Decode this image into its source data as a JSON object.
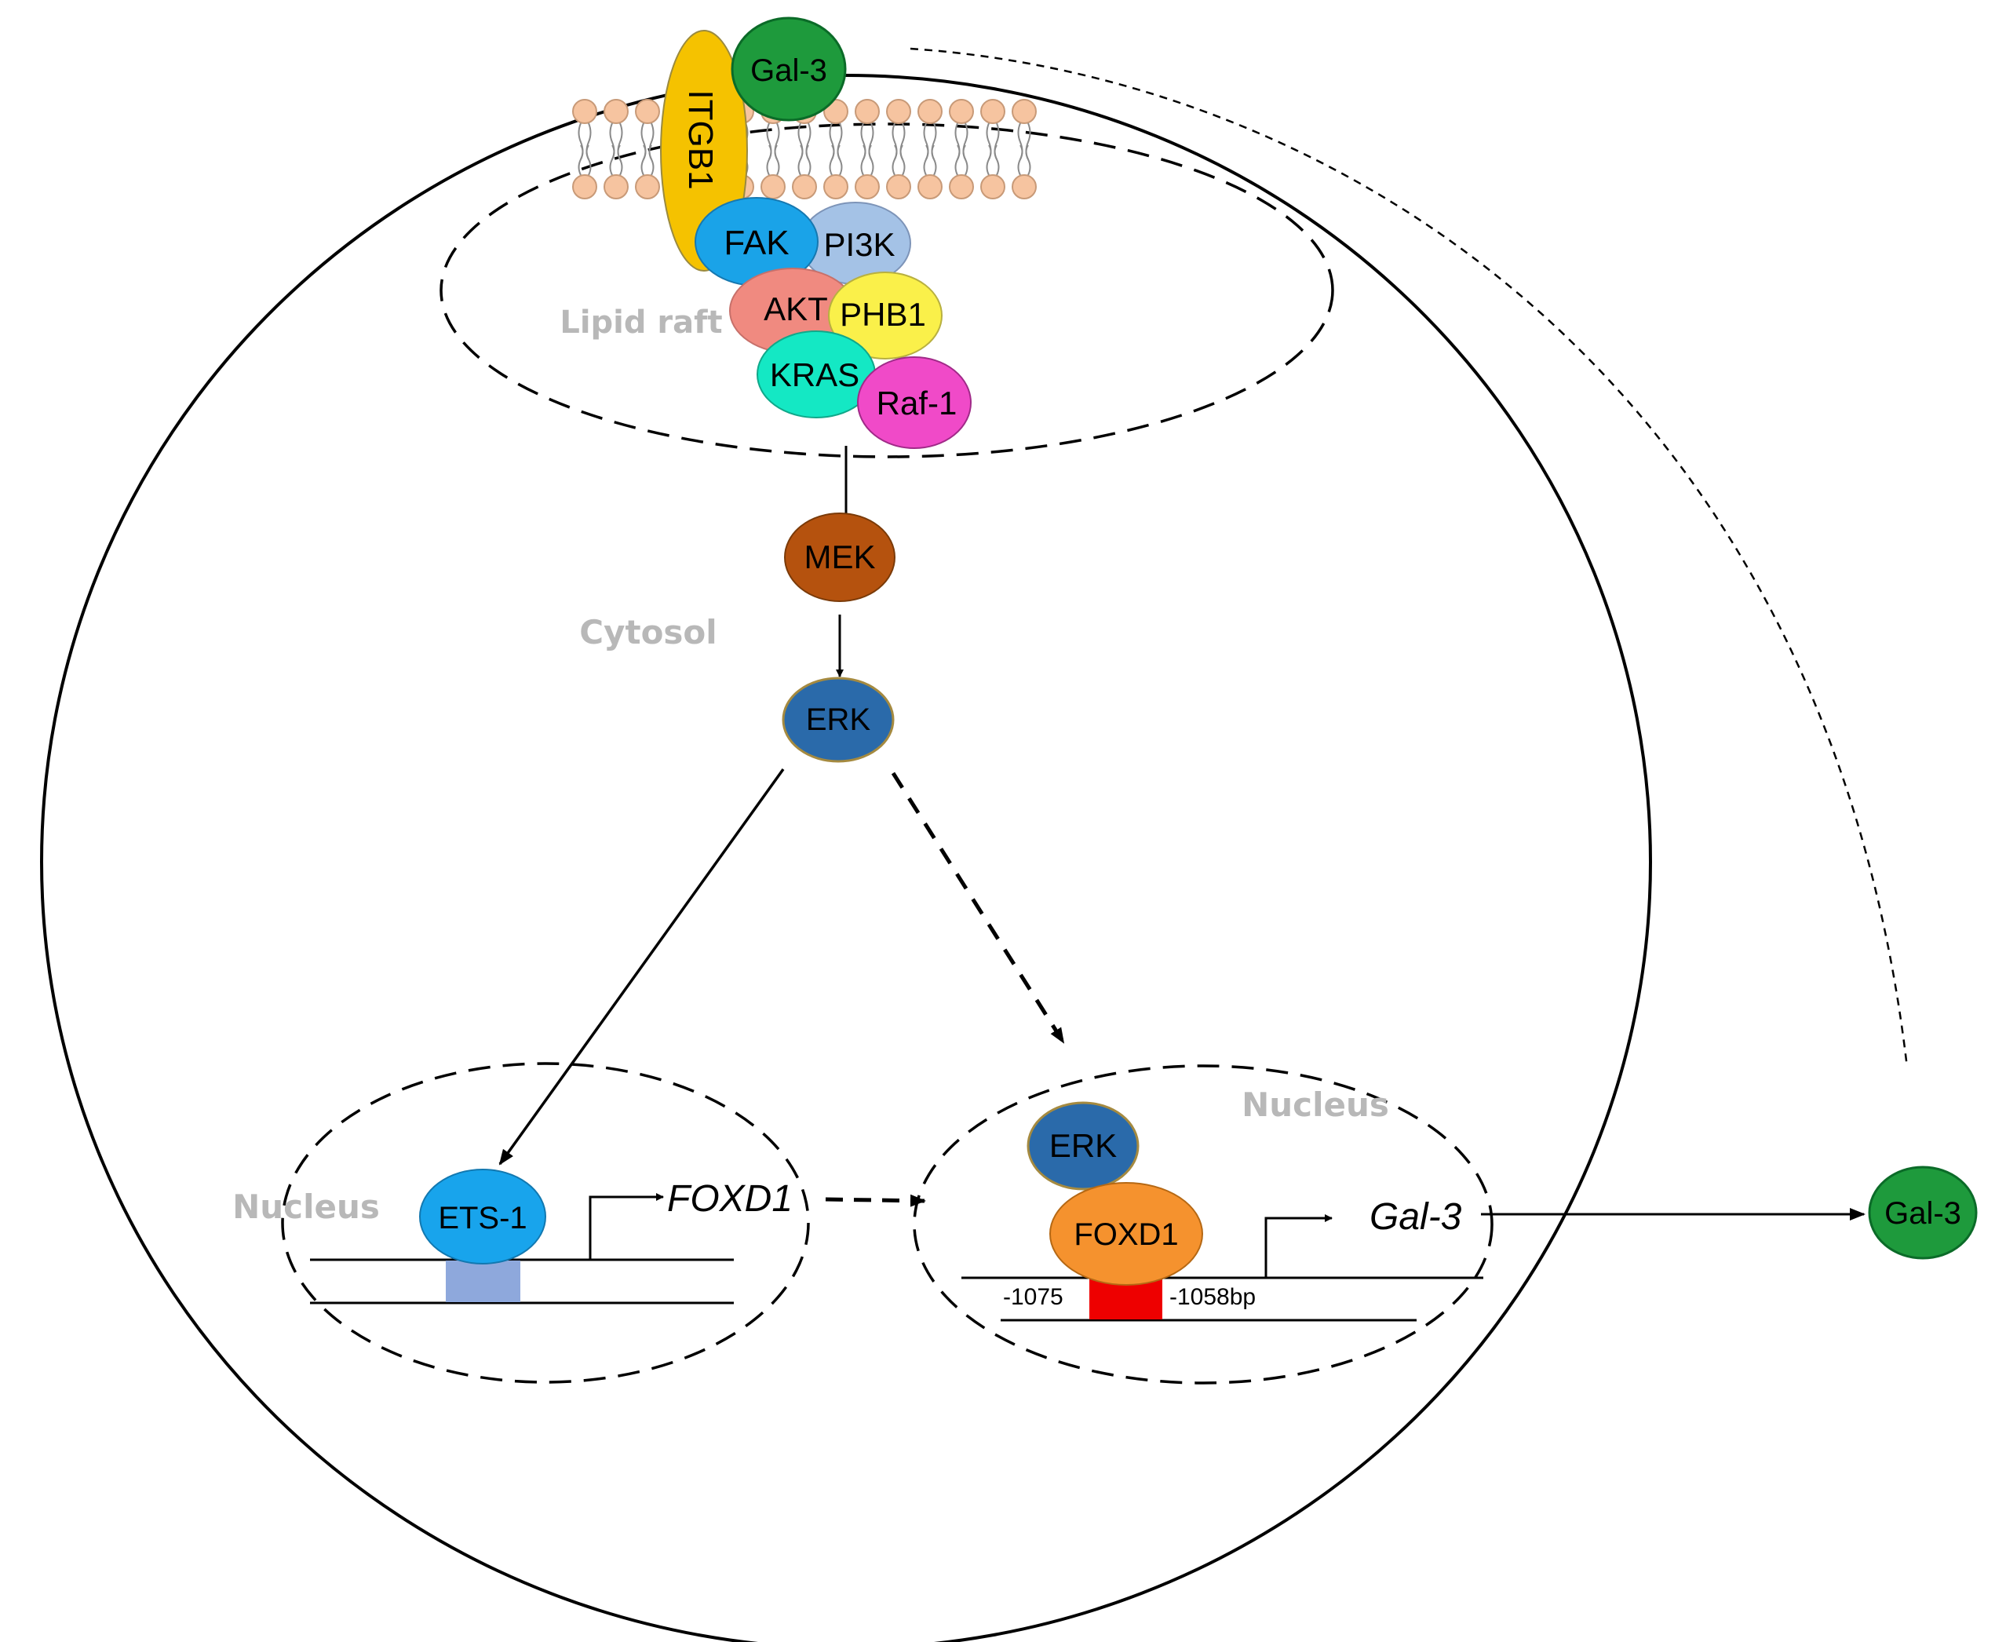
{
  "compartments": {
    "lipid_raft": "Lipid raft",
    "cytosol": "Cytosol",
    "nucleus_left": "Nucleus",
    "nucleus_right": "Nucleus"
  },
  "proteins": {
    "itgb1": "ITGB1",
    "gal3_membrane": "Gal-3",
    "fak": "FAK",
    "pi3k": "PI3K",
    "akt": "AKT",
    "phb1": "PHB1",
    "kras": "KRAS",
    "raf1": "Raf-1",
    "mek": "MEK",
    "erk_cytosol": "ERK",
    "ets1": "ETS-1",
    "erk_nucleus": "ERK",
    "foxd1_protein": "FOXD1",
    "gal3_secreted": "Gal-3"
  },
  "genes": {
    "foxd1": "FOXD1",
    "gal3": "Gal-3"
  },
  "promoter": {
    "start": "-1075",
    "end": "-1058bp"
  },
  "colors": {
    "gal3": "#1e9a3c",
    "itgb1": "#f5c200",
    "fak": "#1aa3e8",
    "pi3k": "#a4c2e6",
    "akt": "#f08a80",
    "phb1": "#faf04a",
    "kras": "#14e8c4",
    "raf1": "#f04ac8",
    "mek": "#b5520e",
    "erk": "#2a6aaa",
    "ets1": "#18a4ec",
    "foxd1": "#f5922e",
    "ets_site": "#8ea8dc",
    "foxd1_site": "#ee0000",
    "lipid_head": "#f6c4a0"
  }
}
